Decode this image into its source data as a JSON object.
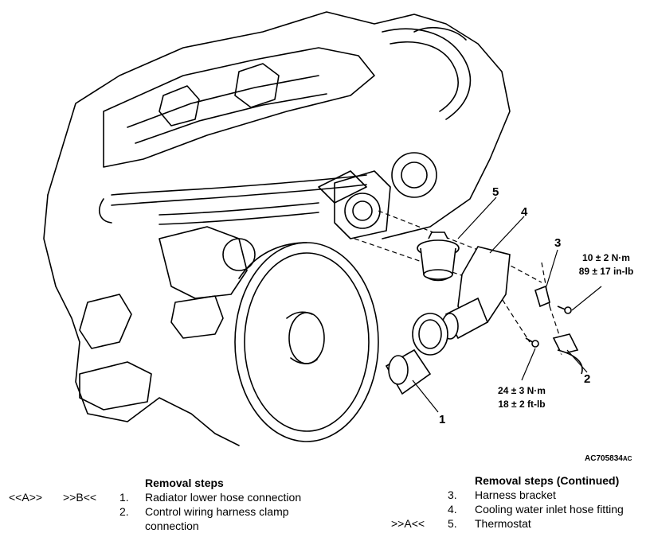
{
  "figure": {
    "callouts": {
      "c1": "1",
      "c2": "2",
      "c3": "3",
      "c4": "4",
      "c5": "5"
    },
    "torque_a": {
      "line1": "10 ± 2 N·m",
      "line2": "89 ± 17 in-lb"
    },
    "torque_b": {
      "line1": "24 ± 3 N·m",
      "line2": "18 ± 2 ft-lb"
    },
    "code_main": "AC705834",
    "code_suffix": "AC"
  },
  "removal_steps": {
    "heading": "Removal steps",
    "items": [
      {
        "mark_a": "<<A>>",
        "mark_b": ">>B<<",
        "num": "1.",
        "text": "Radiator lower hose connection"
      },
      {
        "num": "2.",
        "text": "Control wiring harness clamp",
        "text2": "connection"
      }
    ]
  },
  "removal_steps_continued": {
    "heading": "Removal steps (Continued)",
    "items": [
      {
        "num": "3.",
        "text": "Harness bracket"
      },
      {
        "num": "4.",
        "text": "Cooling water inlet hose fitting"
      },
      {
        "mark": ">>A<<",
        "num": "5.",
        "text": "Thermostat"
      }
    ]
  }
}
